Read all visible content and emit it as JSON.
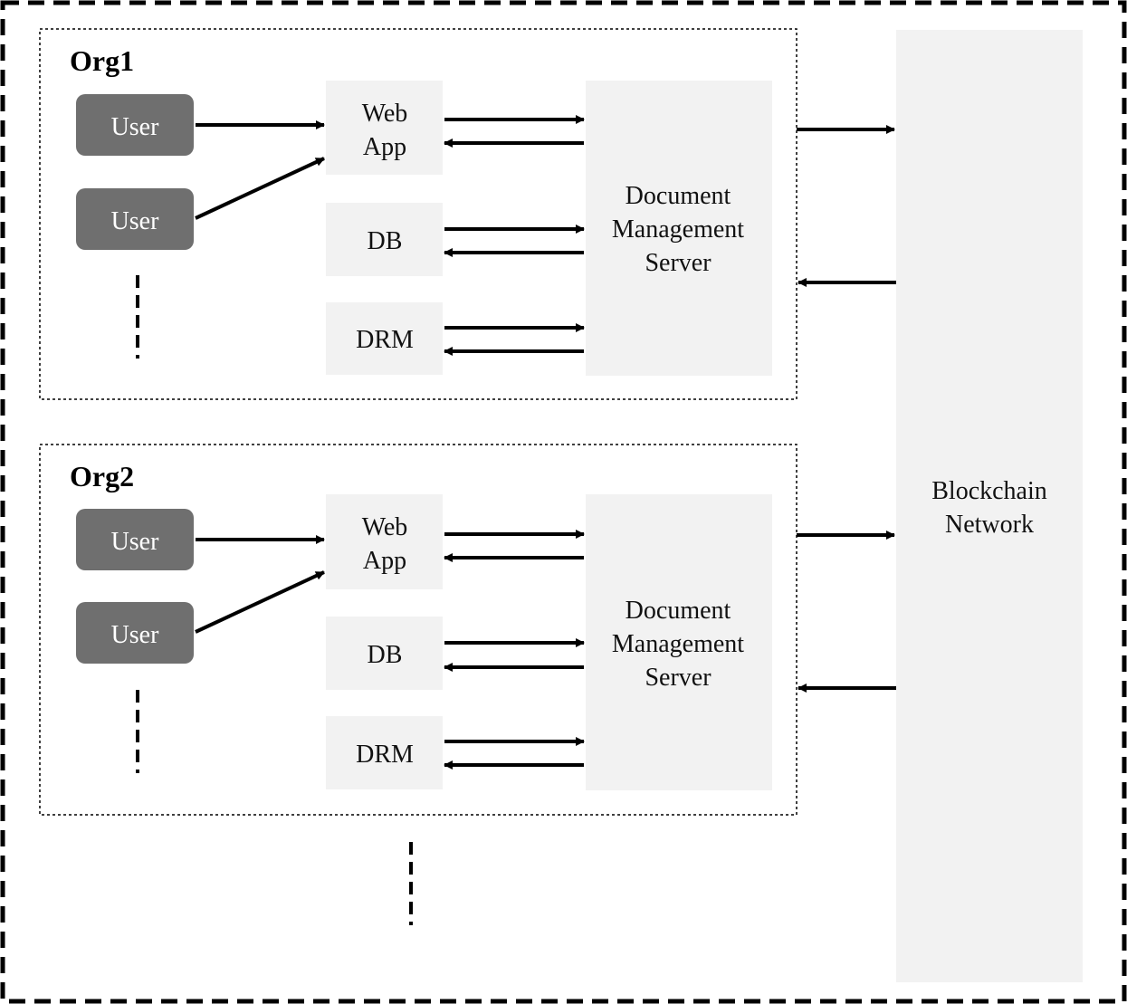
{
  "orgs": [
    {
      "name": "Org1",
      "users": [
        "User",
        "User"
      ],
      "web_app": [
        "Web",
        "App"
      ],
      "db": "DB",
      "drm": "DRM",
      "server": [
        "Document",
        "Management",
        "Server"
      ]
    },
    {
      "name": "Org2",
      "users": [
        "User",
        "User"
      ],
      "web_app": [
        "Web",
        "App"
      ],
      "db": "DB",
      "drm": "DRM",
      "server": [
        "Document",
        "Management",
        "Server"
      ]
    }
  ],
  "blockchain": [
    "Blockchain",
    "Network"
  ],
  "colors": {
    "user_fill": "#6f6f6f",
    "component_fill": "#f2f2f2",
    "line": "#000000"
  }
}
